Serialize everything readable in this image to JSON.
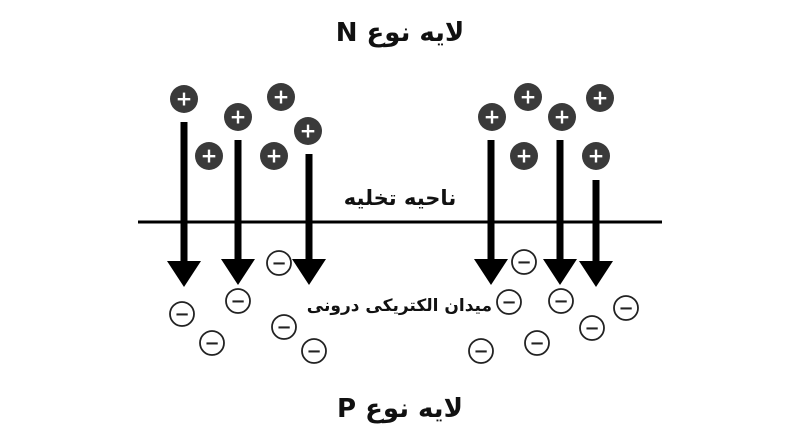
{
  "labels": {
    "n_layer": "لایه نوع N",
    "p_layer": "لایه نوع P",
    "depletion_region": "ناحیه تخلیه",
    "internal_field": "میدان الکتریکی درونی"
  },
  "symbols": {
    "positive": "+",
    "negative": "−"
  },
  "colors": {
    "positive_fill": "#3a3a3a",
    "positive_sign": "#ffffff",
    "negative_fill": "#ffffff",
    "negative_stroke": "#222222",
    "arrow": "#000000",
    "junction_line": "#000000"
  }
}
